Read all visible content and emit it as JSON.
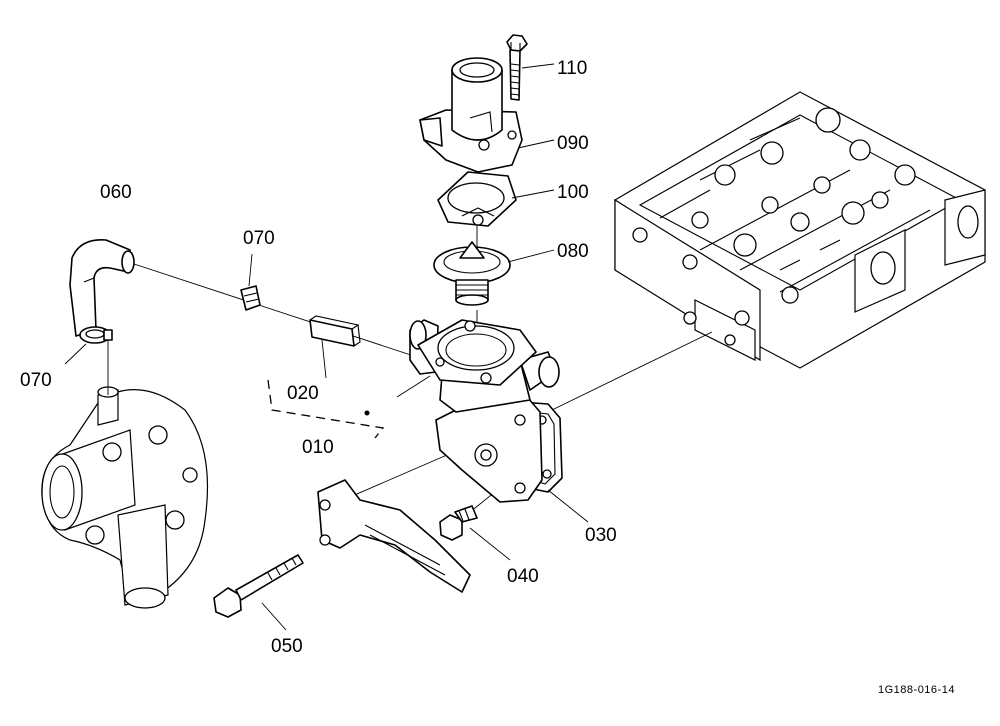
{
  "callouts": {
    "p010": "010",
    "p020": "020",
    "p030": "030",
    "p040": "040",
    "p050": "050",
    "p060": "060",
    "p070_upper": "070",
    "p070_lower": "070",
    "p080": "080",
    "p090": "090",
    "p100": "100",
    "p110": "110"
  },
  "figure_ref": "1G188-016-14"
}
